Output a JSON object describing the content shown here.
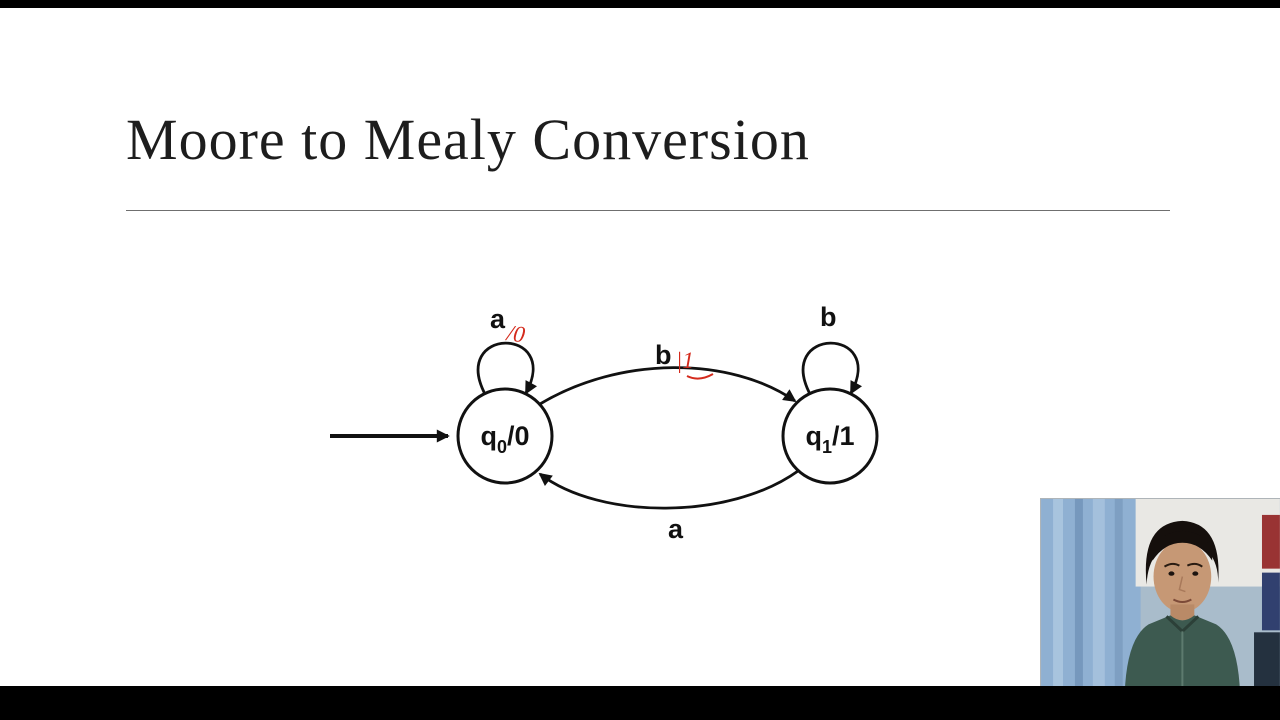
{
  "slide": {
    "title": "Moore to Mealy Conversion"
  },
  "diagram": {
    "type": "state-machine",
    "states": [
      {
        "name": "q0/0",
        "base": "q",
        "sub": "0",
        "output": "/0"
      },
      {
        "name": "q1/1",
        "base": "q",
        "sub": "1",
        "output": "/1"
      }
    ],
    "edges": {
      "q0_self": {
        "label": "a",
        "annotation": "/0"
      },
      "q0_to_q1": {
        "label": "b",
        "annotation": "|1"
      },
      "q1_self": {
        "label": "b"
      },
      "q1_to_q0": {
        "label": "a"
      }
    },
    "colors": {
      "ink": "#111111",
      "annotation_red": "#d42a1c"
    }
  }
}
